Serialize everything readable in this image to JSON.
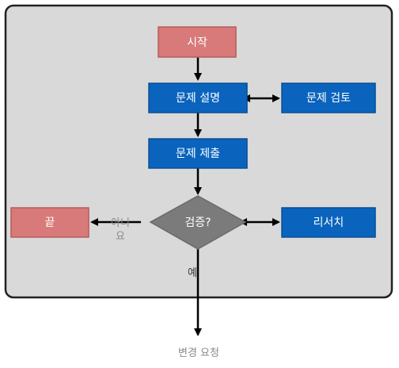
{
  "colors": {
    "background_panel": "#d9d9d9",
    "panel_border": "#222222",
    "terminal_fill": "#d97a7a",
    "terminal_border": "#b85a5a",
    "process_fill": "#0a64be",
    "process_border": "#084e94",
    "decision_fill": "#7b7b7b",
    "arrow": "#000000"
  },
  "nodes": {
    "start": "시작",
    "describe": "문제 설명",
    "review": "문제 검토",
    "submit": "문제 제출",
    "decision": "검증?",
    "end": "끝",
    "research": "리서치"
  },
  "labels": {
    "no_line1": "아니",
    "no_line2": "요",
    "yes": "예",
    "change_request": "변경 요청"
  }
}
